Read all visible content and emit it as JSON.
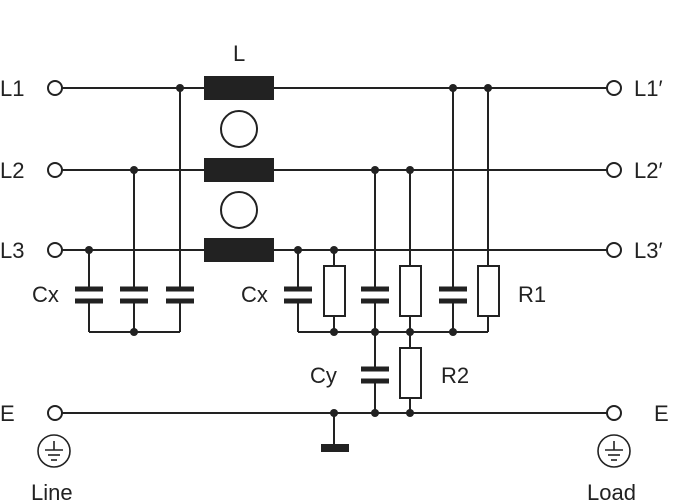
{
  "labels": {
    "inductor": "L",
    "line_left": [
      "L1",
      "L2",
      "L3"
    ],
    "line_right": [
      "L1′",
      "L2′",
      "L3′"
    ],
    "earth_left": "E",
    "earth_right": "E",
    "cx_left": "Cx",
    "cx_right": "Cx",
    "cy": "Cy",
    "r1": "R1",
    "r2": "R2",
    "line_caption": "Line",
    "load_caption": "Load"
  },
  "icons": {
    "terminal": "terminal-circle-icon",
    "protective_earth": "protective-earth-icon",
    "chassis_ground": "chassis-ground-icon"
  }
}
